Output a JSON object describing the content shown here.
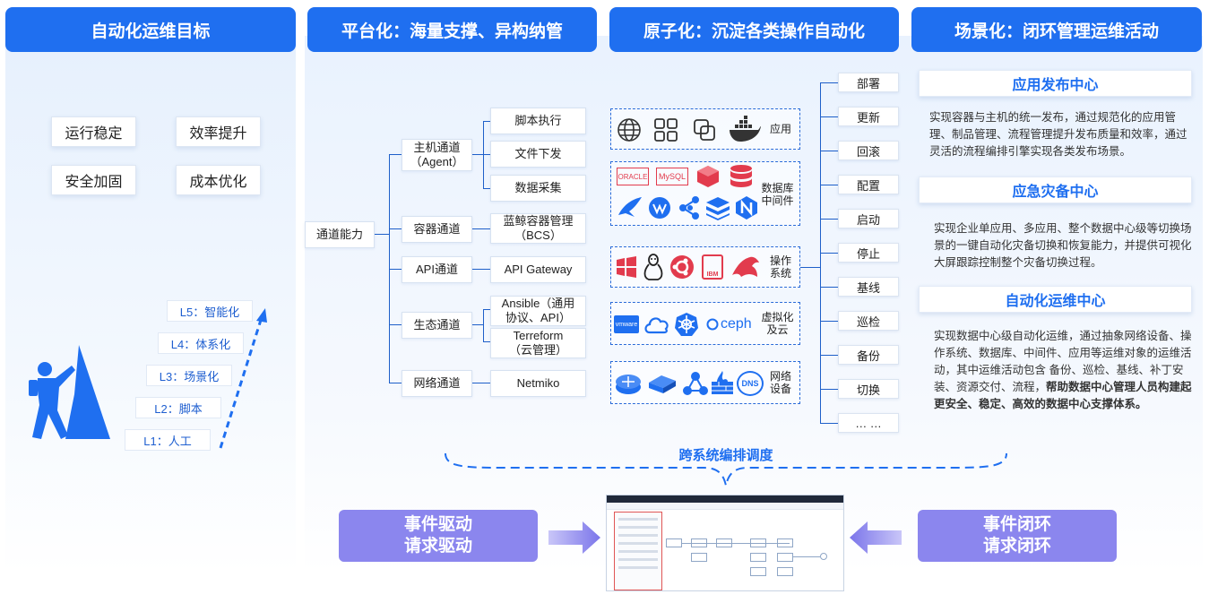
{
  "headers": {
    "goals": "自动化运维目标",
    "platform": "平台化：海量支撑、异构纳管",
    "atomic": "原子化：沉淀各类操作自动化",
    "scenario": "场景化：闭环管理运维活动"
  },
  "goals": [
    "运行稳定",
    "效率提升",
    "安全加固",
    "成本优化"
  ],
  "levels": [
    "L5：智能化",
    "L4：体系化",
    "L3：场景化",
    "L2：脚本",
    "L1：人工"
  ],
  "channel_root": "通道能力",
  "channels": [
    {
      "label": "主机通道\n（Agent）",
      "children": [
        "脚本执行",
        "文件下发",
        "数据采集"
      ]
    },
    {
      "label": "容器通道",
      "children": [
        "蓝鲸容器管理\n（BCS）"
      ]
    },
    {
      "label": "API通道",
      "children": [
        "API Gateway"
      ]
    },
    {
      "label": "生态通道",
      "children": [
        "Ansible（通用\n协议、API）",
        "Terreform\n（云管理）"
      ]
    },
    {
      "label": "网络通道",
      "children": [
        "Netmiko"
      ]
    }
  ],
  "categories": [
    "应用",
    "数据库\n中间件",
    "操作\n系统",
    "虚拟化\n及云",
    "网络\n设备"
  ],
  "logos": {
    "oracle": "ORACLE",
    "mysql": "MySQL",
    "ibm": "IBM",
    "vmware": "vmware",
    "ceph": "ceph",
    "dns": "DNS"
  },
  "operations": [
    "部署",
    "更新",
    "回滚",
    "配置",
    "启动",
    "停止",
    "基线",
    "巡检",
    "备份",
    "切换",
    "… …"
  ],
  "scenarios": [
    {
      "title": "应用发布中心",
      "desc": "实现容器与主机的统一发布，通过规范化的应用管理、制品管理、流程管理提升发布质量和效率，通过灵活的流程编排引擎实现各类发布场景。",
      "bold": ""
    },
    {
      "title": "应急灾备中心",
      "desc": "实现企业单应用、多应用、整个数据中心级等切换场景的一键自动化灾备切换和恢复能力，并提供可视化大屏跟踪控制整个灾备切换过程。",
      "bold": ""
    },
    {
      "title": "自动化运维中心",
      "desc": "实现数据中心级自动化运维，通过抽象网络设备、操作系统、数据库、中间件、应用等运维对象的运维活动，其中运维活动包含 备份、巡检、基线、补丁安装、资源交付、流程，",
      "bold": "帮助数据中心管理人员构建起更安全、稳定、高效的数据中心支撑体系。"
    }
  ],
  "orchestration": "跨系统编排调度",
  "left_driver": "事件驱动\n请求驱动",
  "right_driver": "事件闭环\n请求闭环",
  "colors": {
    "accent": "#1f6ff0",
    "purple": "#8b86ee",
    "line": "#1e5fc9"
  }
}
